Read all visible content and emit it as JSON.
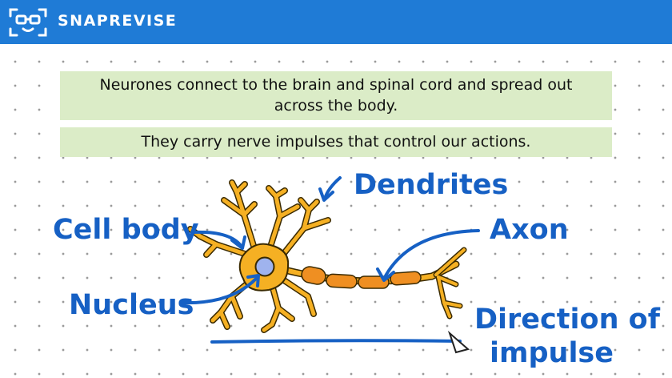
{
  "header": {
    "brand": "SNAPREVISE",
    "color": "#1f7bd6"
  },
  "content": {
    "line1": "Neurones connect to the brain and spinal cord and spread out across the body.",
    "line2": "They carry nerve impulses that control our actions."
  },
  "diagram": {
    "labels": {
      "dendrites": "Dendrites",
      "cell_body": "Cell body",
      "axon": "Axon",
      "nucleus": "Nucleus",
      "direction1": "Direction of",
      "direction2": "impulse"
    },
    "colors": {
      "neuron": "#f5b023",
      "myelin": "#ef8f22",
      "nucleus": "#9fb3ee",
      "label": "#1660c4"
    }
  }
}
